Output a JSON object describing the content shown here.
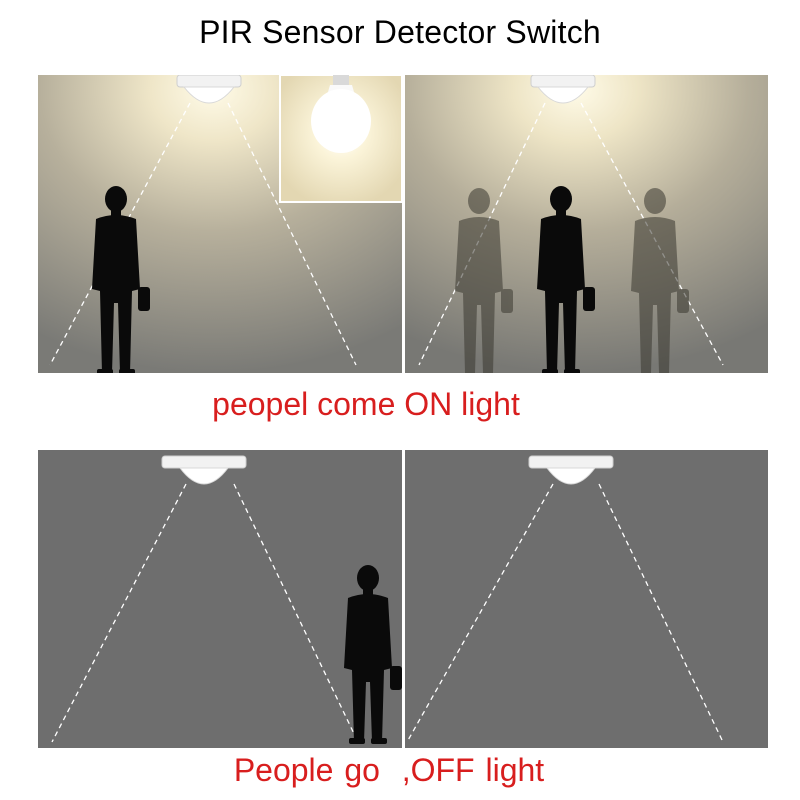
{
  "title": "PIR Sensor Detector Switch",
  "captions": {
    "on": "peopel come ON light",
    "off": "People go  ,OFF light"
  },
  "colors": {
    "wall_off": "#6e6e6e",
    "wall_lit": "#cfc7ae",
    "caption_red": "#d81e1e",
    "silhouette": "#0a0a0a"
  },
  "panels": [
    {
      "name": "panel-light-on-person-entering",
      "state": "on"
    },
    {
      "name": "panel-light-on-person-walking",
      "state": "on"
    },
    {
      "name": "panel-light-off-person-leaving",
      "state": "off"
    },
    {
      "name": "panel-light-off-empty-room",
      "state": "off"
    }
  ]
}
